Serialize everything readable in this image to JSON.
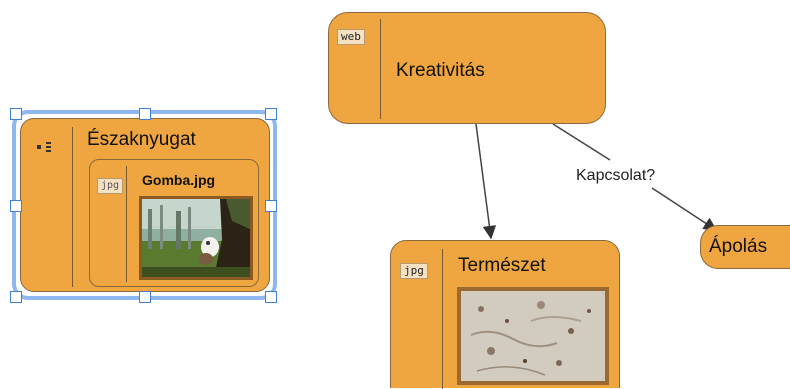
{
  "nodes": {
    "eszaknyugat": {
      "title": "Északnyugat",
      "icon": "list-bullets-icon"
    },
    "gomba": {
      "tag": "jpg",
      "title": "Gomba.jpg",
      "image": "forest-scene-thumbnail"
    },
    "kreativitas": {
      "tag": "web",
      "title": "Kreativitás"
    },
    "termeszet": {
      "tag": "jpg",
      "title": "Természet",
      "image": "stone-texture-thumbnail"
    },
    "apolas": {
      "title": "Ápolás"
    }
  },
  "edges": {
    "link_label": "Kapcsolat?"
  },
  "colors": {
    "node_fill": "#f0a640",
    "node_border": "#8a6a3c",
    "selection": "#8fb7f0",
    "edge": "#444444"
  }
}
